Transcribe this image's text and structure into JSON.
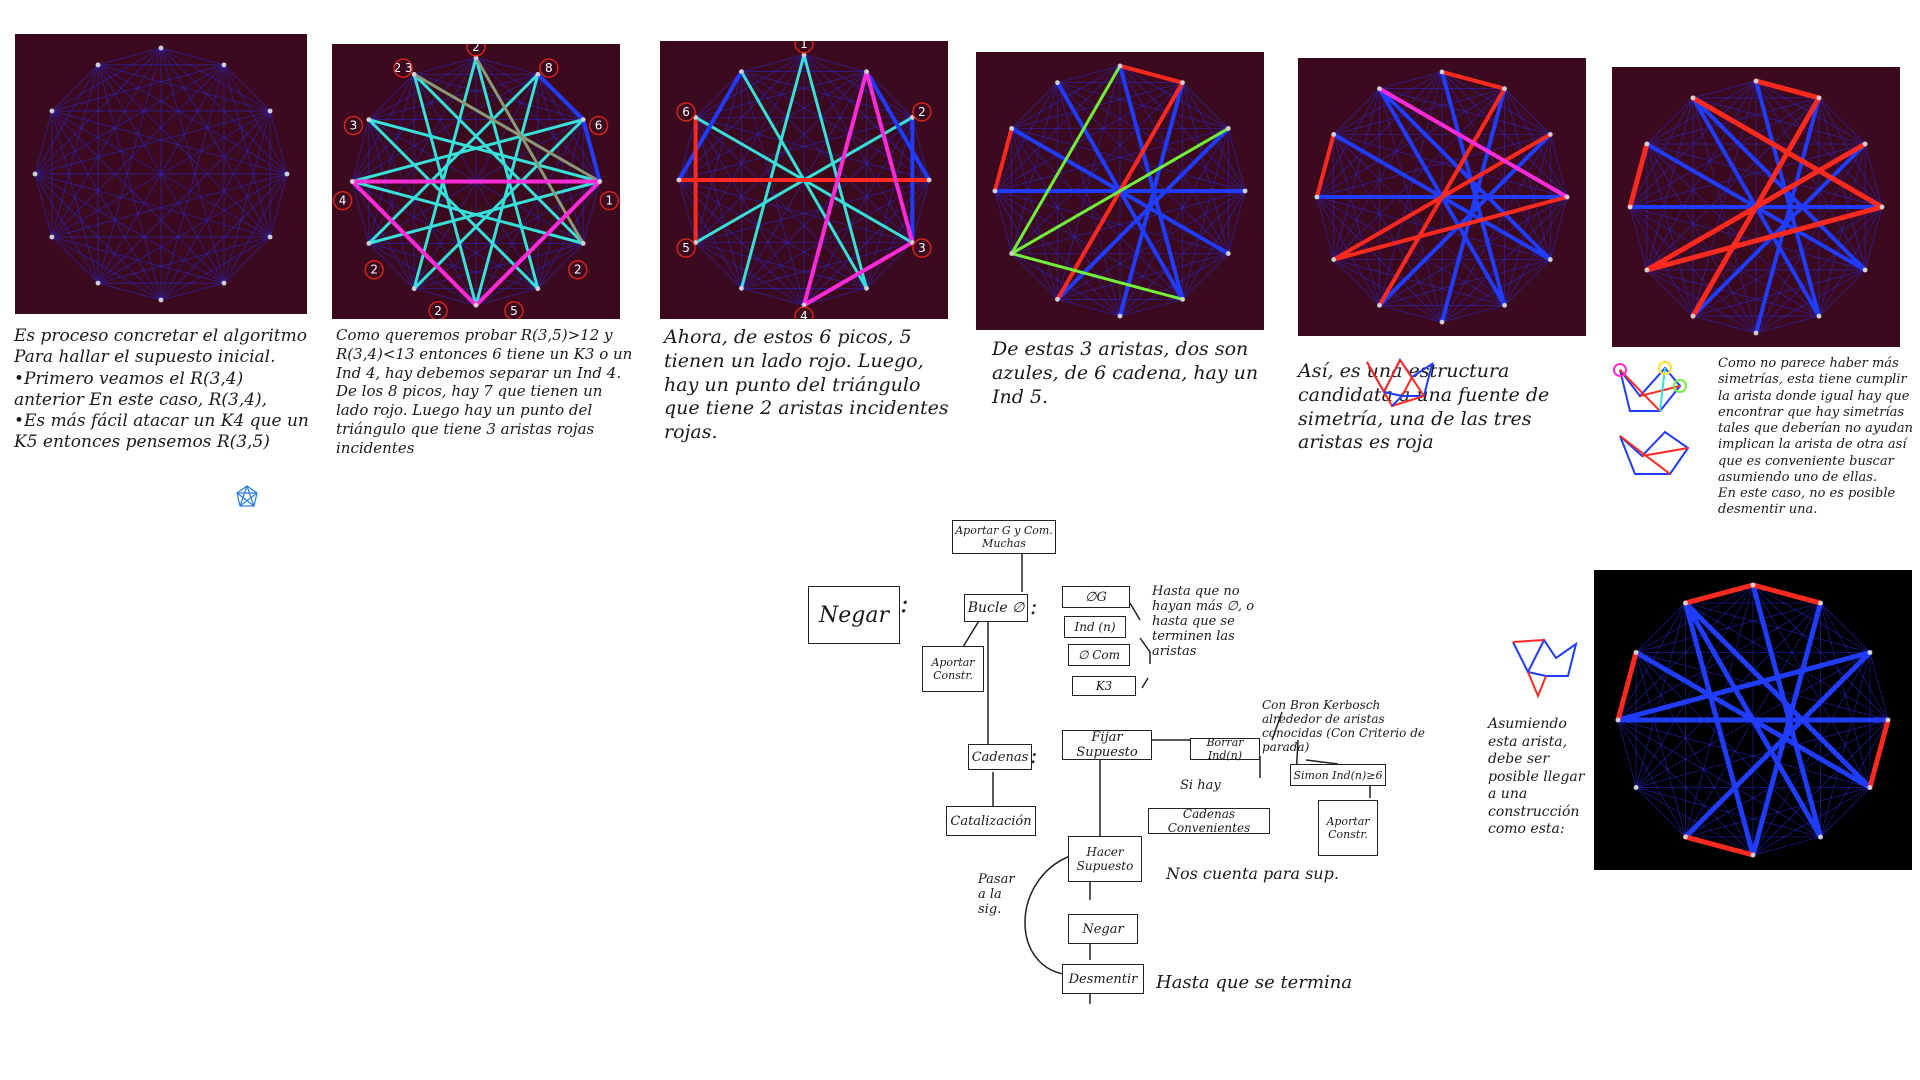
{
  "colors": {
    "panel_bg": "#3b0a1e",
    "thin_blue": "#2a2ae0",
    "blue": "#1f3cff",
    "red": "#ff2a1f",
    "cyan": "#37e0d8",
    "magenta": "#ff2ad8",
    "green": "#73f03a",
    "olive": "#8a9a78",
    "vertex": "#d0d0d0",
    "label_red": "#e0241a"
  },
  "panels": [
    {
      "id": "p1",
      "labels": []
    },
    {
      "id": "p2",
      "labels": [
        "2",
        "8",
        "6",
        "1",
        "2",
        "5",
        "2",
        "2",
        "4",
        "3",
        "2 3"
      ]
    },
    {
      "id": "p3",
      "labels": [
        "1",
        "2",
        "3",
        "4",
        "5",
        "6"
      ]
    },
    {
      "id": "p4",
      "labels": []
    },
    {
      "id": "p5",
      "labels": []
    },
    {
      "id": "p6",
      "labels": []
    },
    {
      "id": "p7",
      "labels": []
    }
  ],
  "notes": {
    "n1": "Es proceso concretar el algoritmo Para hallar el supuesto inicial.\n•Primero veamos el R(3,4) anterior En este caso, R(3,4),\n•Es más fácil atacar un K4 que un K5 entonces pensemos R(3,5)",
    "n2": "Como queremos probar R(3,5)>12 y R(3,4)<13 entonces 6 tiene un K3 o un Ind 4, hay debemos separar un Ind 4.\nDe los 8 picos, hay 7 que tienen un lado rojo. Luego hay un punto del triángulo que tiene 3 aristas rojas incidentes",
    "n3": "Ahora, de estos 6 picos, 5 tienen un lado rojo. Luego, hay un punto del triángulo que tiene 2 aristas incidentes rojas.",
    "n4": "De estas 3 aristas, dos son azules, de 6 cadena, hay un Ind 5.",
    "n5": "Así, es una estructura candidata a una fuente de simetría, una de las tres aristas es roja",
    "n6": "Como no parece haber más simetrías, esta tiene cumplir la arista donde igual hay que encontrar que hay simetrías tales que deberían no ayudan implican la arista de otra así que es conveniente buscar asumiendo uno de ellas.\nEn este caso, no es posible desmentir una.",
    "n7": "Asumiendo esta arista, debe ser posible llegar a una construcción como esta:"
  },
  "flow": {
    "aportar_g": "Aportar G y Com. Muchas",
    "negar": "Negar",
    "bucle": "Bucle ∅",
    "aportar_constr1": "Aportar Constr.",
    "og": "∅G",
    "ind": "Ind (n)",
    "ocom": "∅ Com",
    "k3": "K3",
    "hasta": "Hasta que no hayan más ∅, o hasta que se terminen las aristas",
    "cadenas": "Cadenas",
    "catalizacion": "Catalización",
    "fijar": "Fijar Supuesto",
    "borrar": "Borrar Ind(n)",
    "con_bron": "Con Bron Kerbosch alrededor de aristas conocidas (Con Criterio de parada)",
    "si_hay": "Si hay",
    "simon": "Simon Ind(n)≥6",
    "cadenas_conv": "Cadenas Convenientes",
    "aportar_constr2": "Aportar Constr.",
    "hacer_sup": "Hacer Supuesto",
    "nos_cuenta": "Nos cuenta para sup.",
    "pasar": "Pasar a la sig.",
    "negar2": "Negar",
    "desmentir": "Desmentir",
    "hasta_termina": "Hasta que se termina"
  }
}
